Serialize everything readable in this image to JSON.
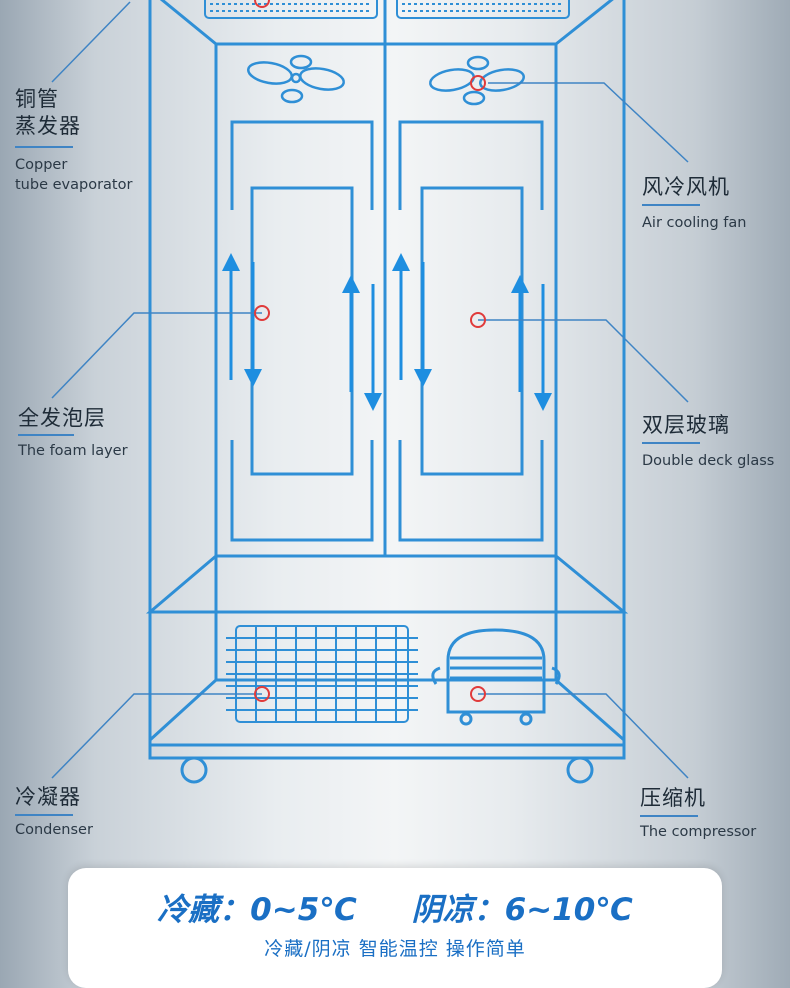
{
  "labels": {
    "evaporator": {
      "cn_line1": "铜管",
      "cn_line2": "蒸发器",
      "en_line1": "Copper",
      "en_line2": "tube evaporator"
    },
    "fan": {
      "cn": "风冷风机",
      "en": "Air cooling fan"
    },
    "foam": {
      "cn": "全发泡层",
      "en": "The foam layer"
    },
    "glass": {
      "cn": "双层玻璃",
      "en": "Double deck glass"
    },
    "condenser": {
      "cn": "冷凝器",
      "en": "Condenser"
    },
    "compressor": {
      "cn": "压缩机",
      "en": "The compressor"
    }
  },
  "footer": {
    "cold_storage": "冷藏：0~5℃",
    "cool_shade": "阴凉：6~10℃",
    "features": "冷藏/阴凉  智能温控  操作简单"
  },
  "colors": {
    "line": "#2f8fd6",
    "arrow": "#1e8ee0",
    "marker": "#e03b3b",
    "accent": "#1a6fc4"
  }
}
